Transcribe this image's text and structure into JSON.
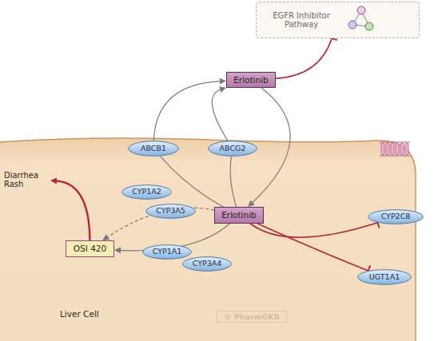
{
  "diagram": {
    "nodes": [
      {
        "text": [
          "EGFR Inhibitor Pathway"
        ]
      },
      {
        "text": [
          "Erlotinib"
        ]
      },
      {
        "text": [
          "Liver Cell"
        ]
      },
      {
        "text": [
          "ABCB1"
        ],
        "in": 2
      },
      {
        "text": [
          "ABCG2"
        ],
        "in": 2
      },
      {
        "text": [
          "Diarrhea Rash"
        ],
        "in": 2
      },
      {
        "text": [
          "CYP1A2"
        ],
        "in": 2
      },
      {
        "text": [
          "CYP3A5"
        ],
        "in": 2
      },
      {
        "text": [
          "Erlotinib"
        ],
        "in": 2
      },
      {
        "text": [
          "CYP2C8"
        ],
        "in": 2
      },
      {
        "text": [
          "OSI 420"
        ],
        "in": 2
      },
      {
        "text": [
          "CYP1A1"
        ],
        "in": 2
      },
      {
        "text": [
          "CYP3A4"
        ],
        "in": 2
      },
      {
        "text": [
          "UGT1A1"
        ],
        "in": 2
      }
    ],
    "edges": [
      {
        "from": 1,
        "to": 0,
        "arrow": "to"
      },
      {
        "from": 1,
        "to": 8,
        "arrow": "to"
      },
      {
        "from": 8,
        "to": 3,
        "arrow": "none"
      },
      {
        "from": 8,
        "to": 4,
        "arrow": "none"
      },
      {
        "from": 3,
        "to": 1,
        "arrow": "to"
      },
      {
        "from": 4,
        "to": 1,
        "arrow": "to"
      },
      {
        "from": 8,
        "to": 10,
        "arrow": "to"
      },
      {
        "from": 8,
        "to": 10,
        "arrow": "to"
      },
      {
        "from": 10,
        "to": 5,
        "arrow": "to"
      },
      {
        "from": 8,
        "to": 9,
        "arrow": "to"
      },
      {
        "from": 8,
        "to": 13,
        "arrow": "to"
      }
    ],
    "labels": [
      "© PharmGKB"
    ]
  }
}
